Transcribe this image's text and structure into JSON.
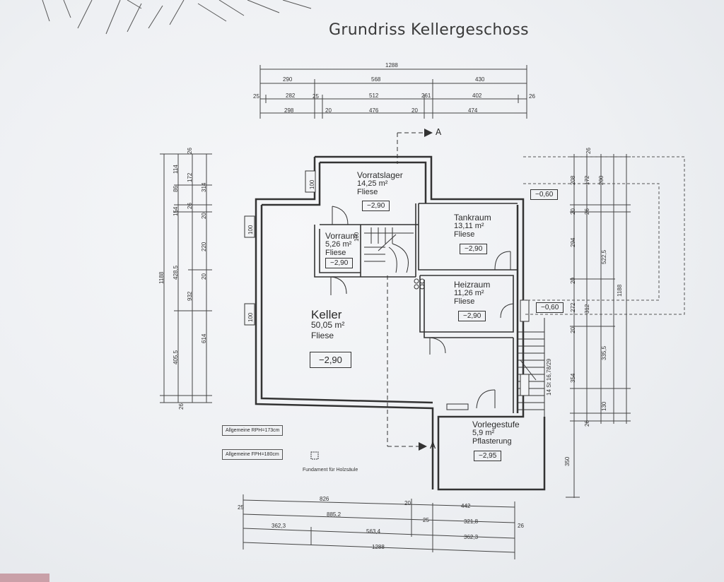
{
  "title": "Grundriss Kellergeschoss",
  "rooms": [
    {
      "name": "Vorratslager",
      "area": "14,25 m²",
      "floor": "Fliese",
      "level": "−2,90"
    },
    {
      "name": "Vorraum",
      "area": "5,26 m²",
      "floor": "Fliese",
      "level": "−2,90"
    },
    {
      "name": "Tankraum",
      "area": "13,11 m²",
      "floor": "Fliese",
      "level": "−2,90"
    },
    {
      "name": "Heizraum",
      "area": "11,26 m²",
      "floor": "Fliese",
      "level": "−2,90"
    },
    {
      "name": "Keller",
      "area": "50,05 m²",
      "floor": "Fliese",
      "level": "−2,90"
    },
    {
      "name": "Vorlegestufe",
      "area": "5,9 m²",
      "floor": "Pflasterung",
      "level": "−2,95"
    }
  ],
  "outside_levels": [
    "−0,60",
    "−0,60"
  ],
  "section_marker": "A",
  "stairs_note": "14 St 16,78/29",
  "notes": {
    "rph": "Allgemeine RPH=173cm",
    "fph": "Allgemeine FPH=180cm",
    "fundament": "Fundament für Holzsäule"
  },
  "dims_top": {
    "row1": [
      "1288"
    ],
    "row2": [
      "290",
      "568",
      "430"
    ],
    "row3": [
      "25",
      "282",
      "25",
      "512",
      "261",
      "402",
      "26"
    ],
    "row4": [
      "298",
      "20",
      "476",
      "20",
      "474"
    ]
  },
  "dims_bottom": {
    "row1": [
      "826",
      "20",
      "442"
    ],
    "row2": [
      "25",
      "885,2",
      "25",
      "321,8",
      "26"
    ],
    "row3": [
      "362,3",
      "563,4",
      "362,3"
    ],
    "row4": [
      "1288"
    ]
  },
  "dims_left": [
    "1188",
    "26",
    "114",
    "86",
    "172",
    "314",
    "154",
    "26",
    "20",
    "428,5",
    "932",
    "220",
    "20",
    "405,5",
    "614",
    "26"
  ],
  "dims_right": [
    "26",
    "208",
    "172",
    "200",
    "20",
    "26",
    "294",
    "522,5",
    "1188",
    "20",
    "272",
    "312",
    "20",
    "335,5",
    "354",
    "130",
    "26",
    "350"
  ],
  "window_dims": [
    "100",
    "100",
    "100",
    "100"
  ]
}
